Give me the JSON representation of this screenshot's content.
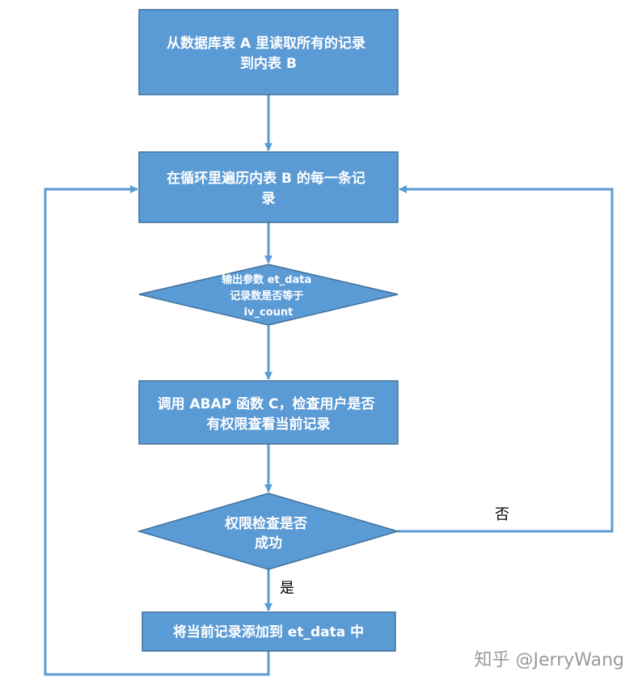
{
  "colors": {
    "node_fill": "#5b9bd5",
    "node_stroke": "#41719c",
    "edge": "#5b9bd5",
    "label_text": "#000000",
    "watermark_text": "#9a9a9a"
  },
  "nodes": {
    "read_records": {
      "shape": "rectangle",
      "lines": [
        "从数据库表 A 里读取所有的记录",
        "到内表 B"
      ]
    },
    "loop_table": {
      "shape": "rectangle",
      "lines": [
        "在循环里遍历内表 B 的每一条记",
        "录"
      ]
    },
    "check_count": {
      "shape": "diamond",
      "lines": [
        "输出参数 et_data",
        "记录数是否等于",
        "iv_count"
      ]
    },
    "call_abap": {
      "shape": "rectangle",
      "lines": [
        "调用 ABAP 函数 C，检查用户是否",
        "有权限查看当前记录"
      ]
    },
    "auth_check": {
      "shape": "diamond",
      "lines": [
        "权限检查是否",
        "成功"
      ]
    },
    "add_record": {
      "shape": "rectangle",
      "lines": [
        "将当前记录添加到 et_data 中"
      ]
    }
  },
  "edges": [
    {
      "from": "read_records",
      "to": "loop_table",
      "label": ""
    },
    {
      "from": "loop_table",
      "to": "check_count",
      "label": ""
    },
    {
      "from": "check_count",
      "to": "call_abap",
      "label": ""
    },
    {
      "from": "call_abap",
      "to": "auth_check",
      "label": ""
    },
    {
      "from": "auth_check",
      "to": "add_record",
      "label": "是"
    },
    {
      "from": "auth_check",
      "to": "loop_table",
      "label": "否"
    },
    {
      "from": "add_record",
      "to": "loop_table",
      "label": ""
    }
  ],
  "watermark": {
    "text": "知乎 @JerryWang"
  }
}
